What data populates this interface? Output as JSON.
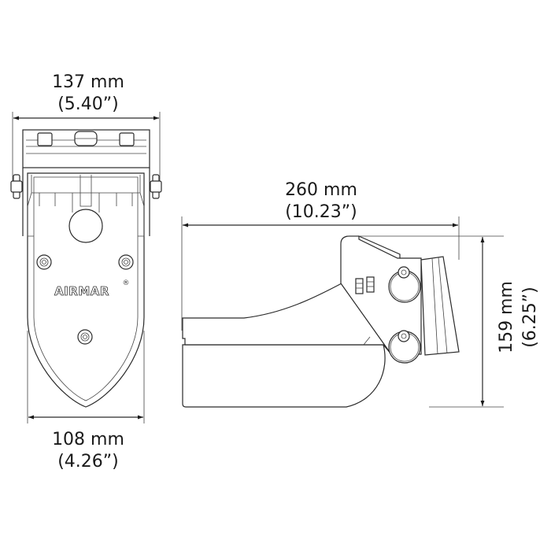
{
  "front_view": {
    "top_width": {
      "mm": "137 mm",
      "inch": "(5.40”)"
    },
    "bottom_width": {
      "mm": "108 mm",
      "inch": "(4.26”)"
    },
    "logo": "AIRMAR",
    "logo_mark": "®"
  },
  "side_view": {
    "length": {
      "mm": "260 mm",
      "inch": "(10.23”)"
    },
    "height": {
      "mm": "159 mm",
      "inch": "(6.25”)"
    }
  },
  "colors": {
    "line": "#2a2a2a",
    "background": "#ffffff"
  }
}
